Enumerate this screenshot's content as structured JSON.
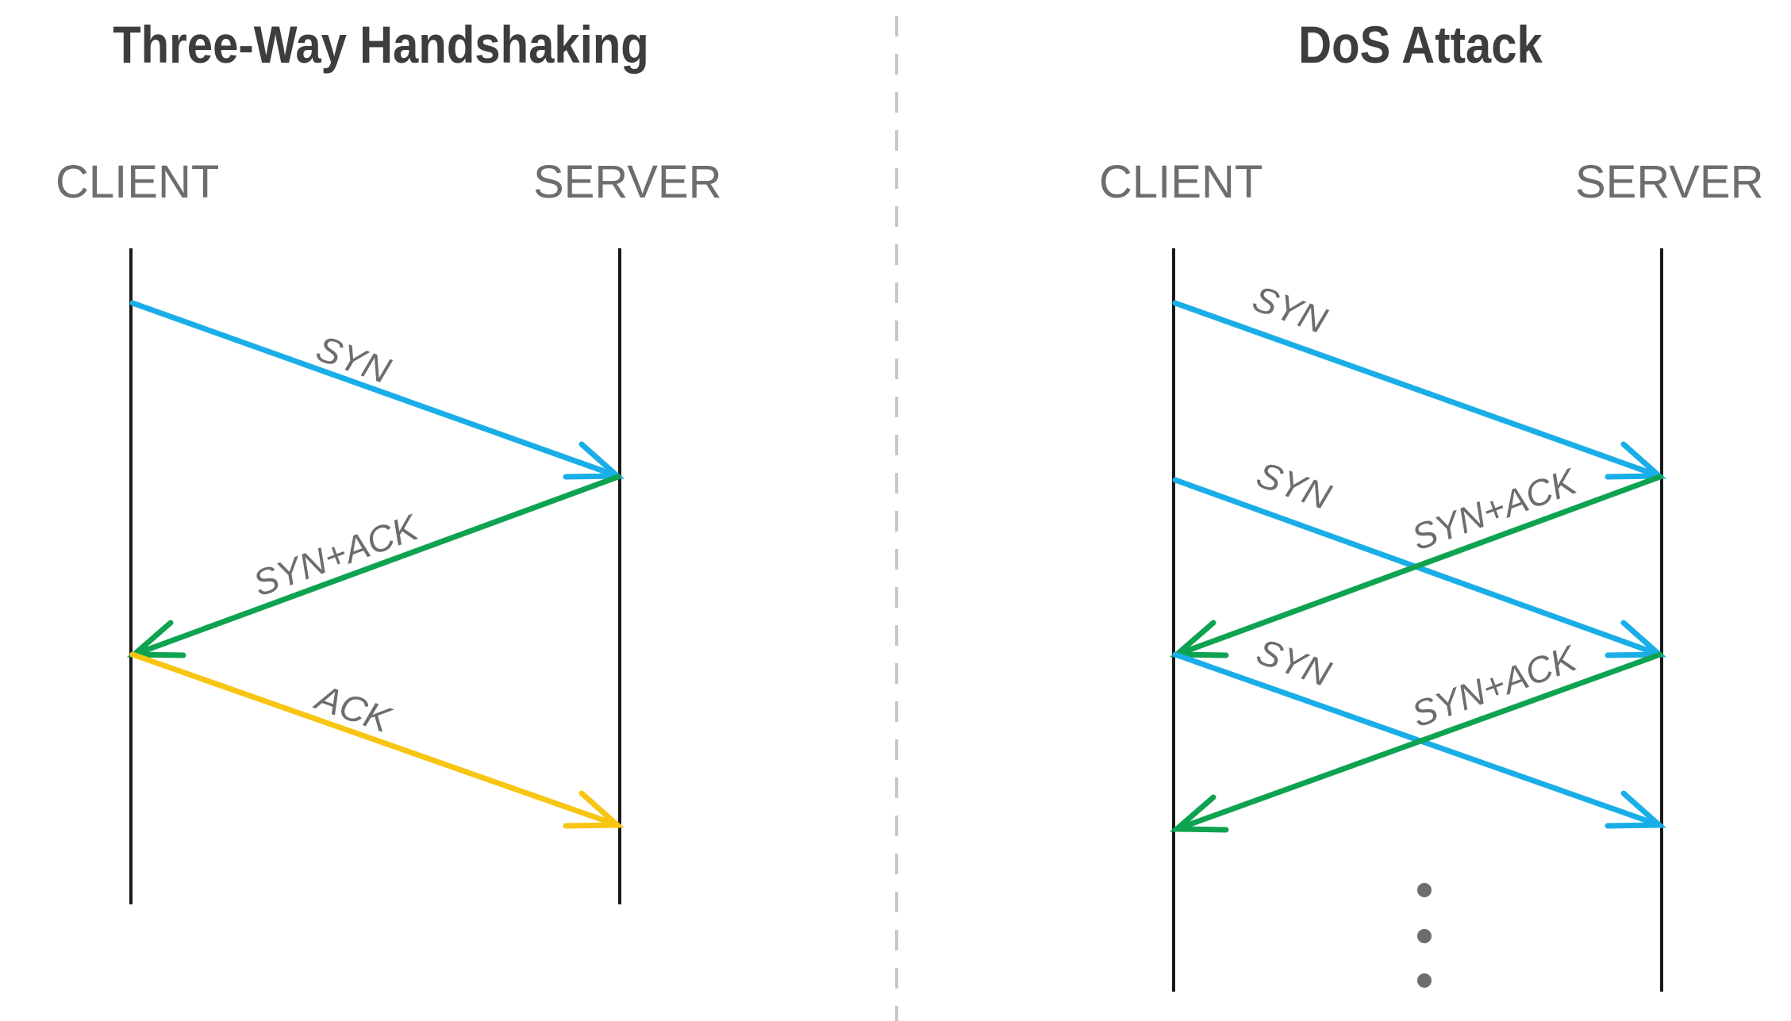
{
  "left_panel": {
    "title": "Three-Way Handshaking",
    "client_label": "CLIENT",
    "server_label": "SERVER",
    "messages": [
      {
        "label": "SYN",
        "direction": "client-to-server",
        "color": "#1aaee8"
      },
      {
        "label": "SYN+ACK",
        "direction": "server-to-client",
        "color": "#0ea350"
      },
      {
        "label": "ACK",
        "direction": "client-to-server",
        "color": "#f8c512"
      }
    ]
  },
  "right_panel": {
    "title": "DoS Attack",
    "client_label": "CLIENT",
    "server_label": "SERVER",
    "messages": [
      {
        "label": "SYN",
        "direction": "client-to-server",
        "color": "#1aaee8"
      },
      {
        "label": "SYN",
        "direction": "client-to-server",
        "color": "#1aaee8"
      },
      {
        "label": "SYN+ACK",
        "direction": "server-to-client",
        "color": "#0ea350"
      },
      {
        "label": "SYN",
        "direction": "client-to-server",
        "color": "#1aaee8"
      },
      {
        "label": "SYN+ACK",
        "direction": "server-to-client",
        "color": "#0ea350"
      }
    ],
    "continuation": "ellipsis-dots"
  },
  "colors": {
    "syn": "#1aaee8",
    "syn_ack": "#0ea350",
    "ack": "#f8c512",
    "lifeline": "#1a1a1a",
    "divider": "#c8c8c8",
    "text": "#3d3d3d",
    "label": "#6d6d6d"
  }
}
